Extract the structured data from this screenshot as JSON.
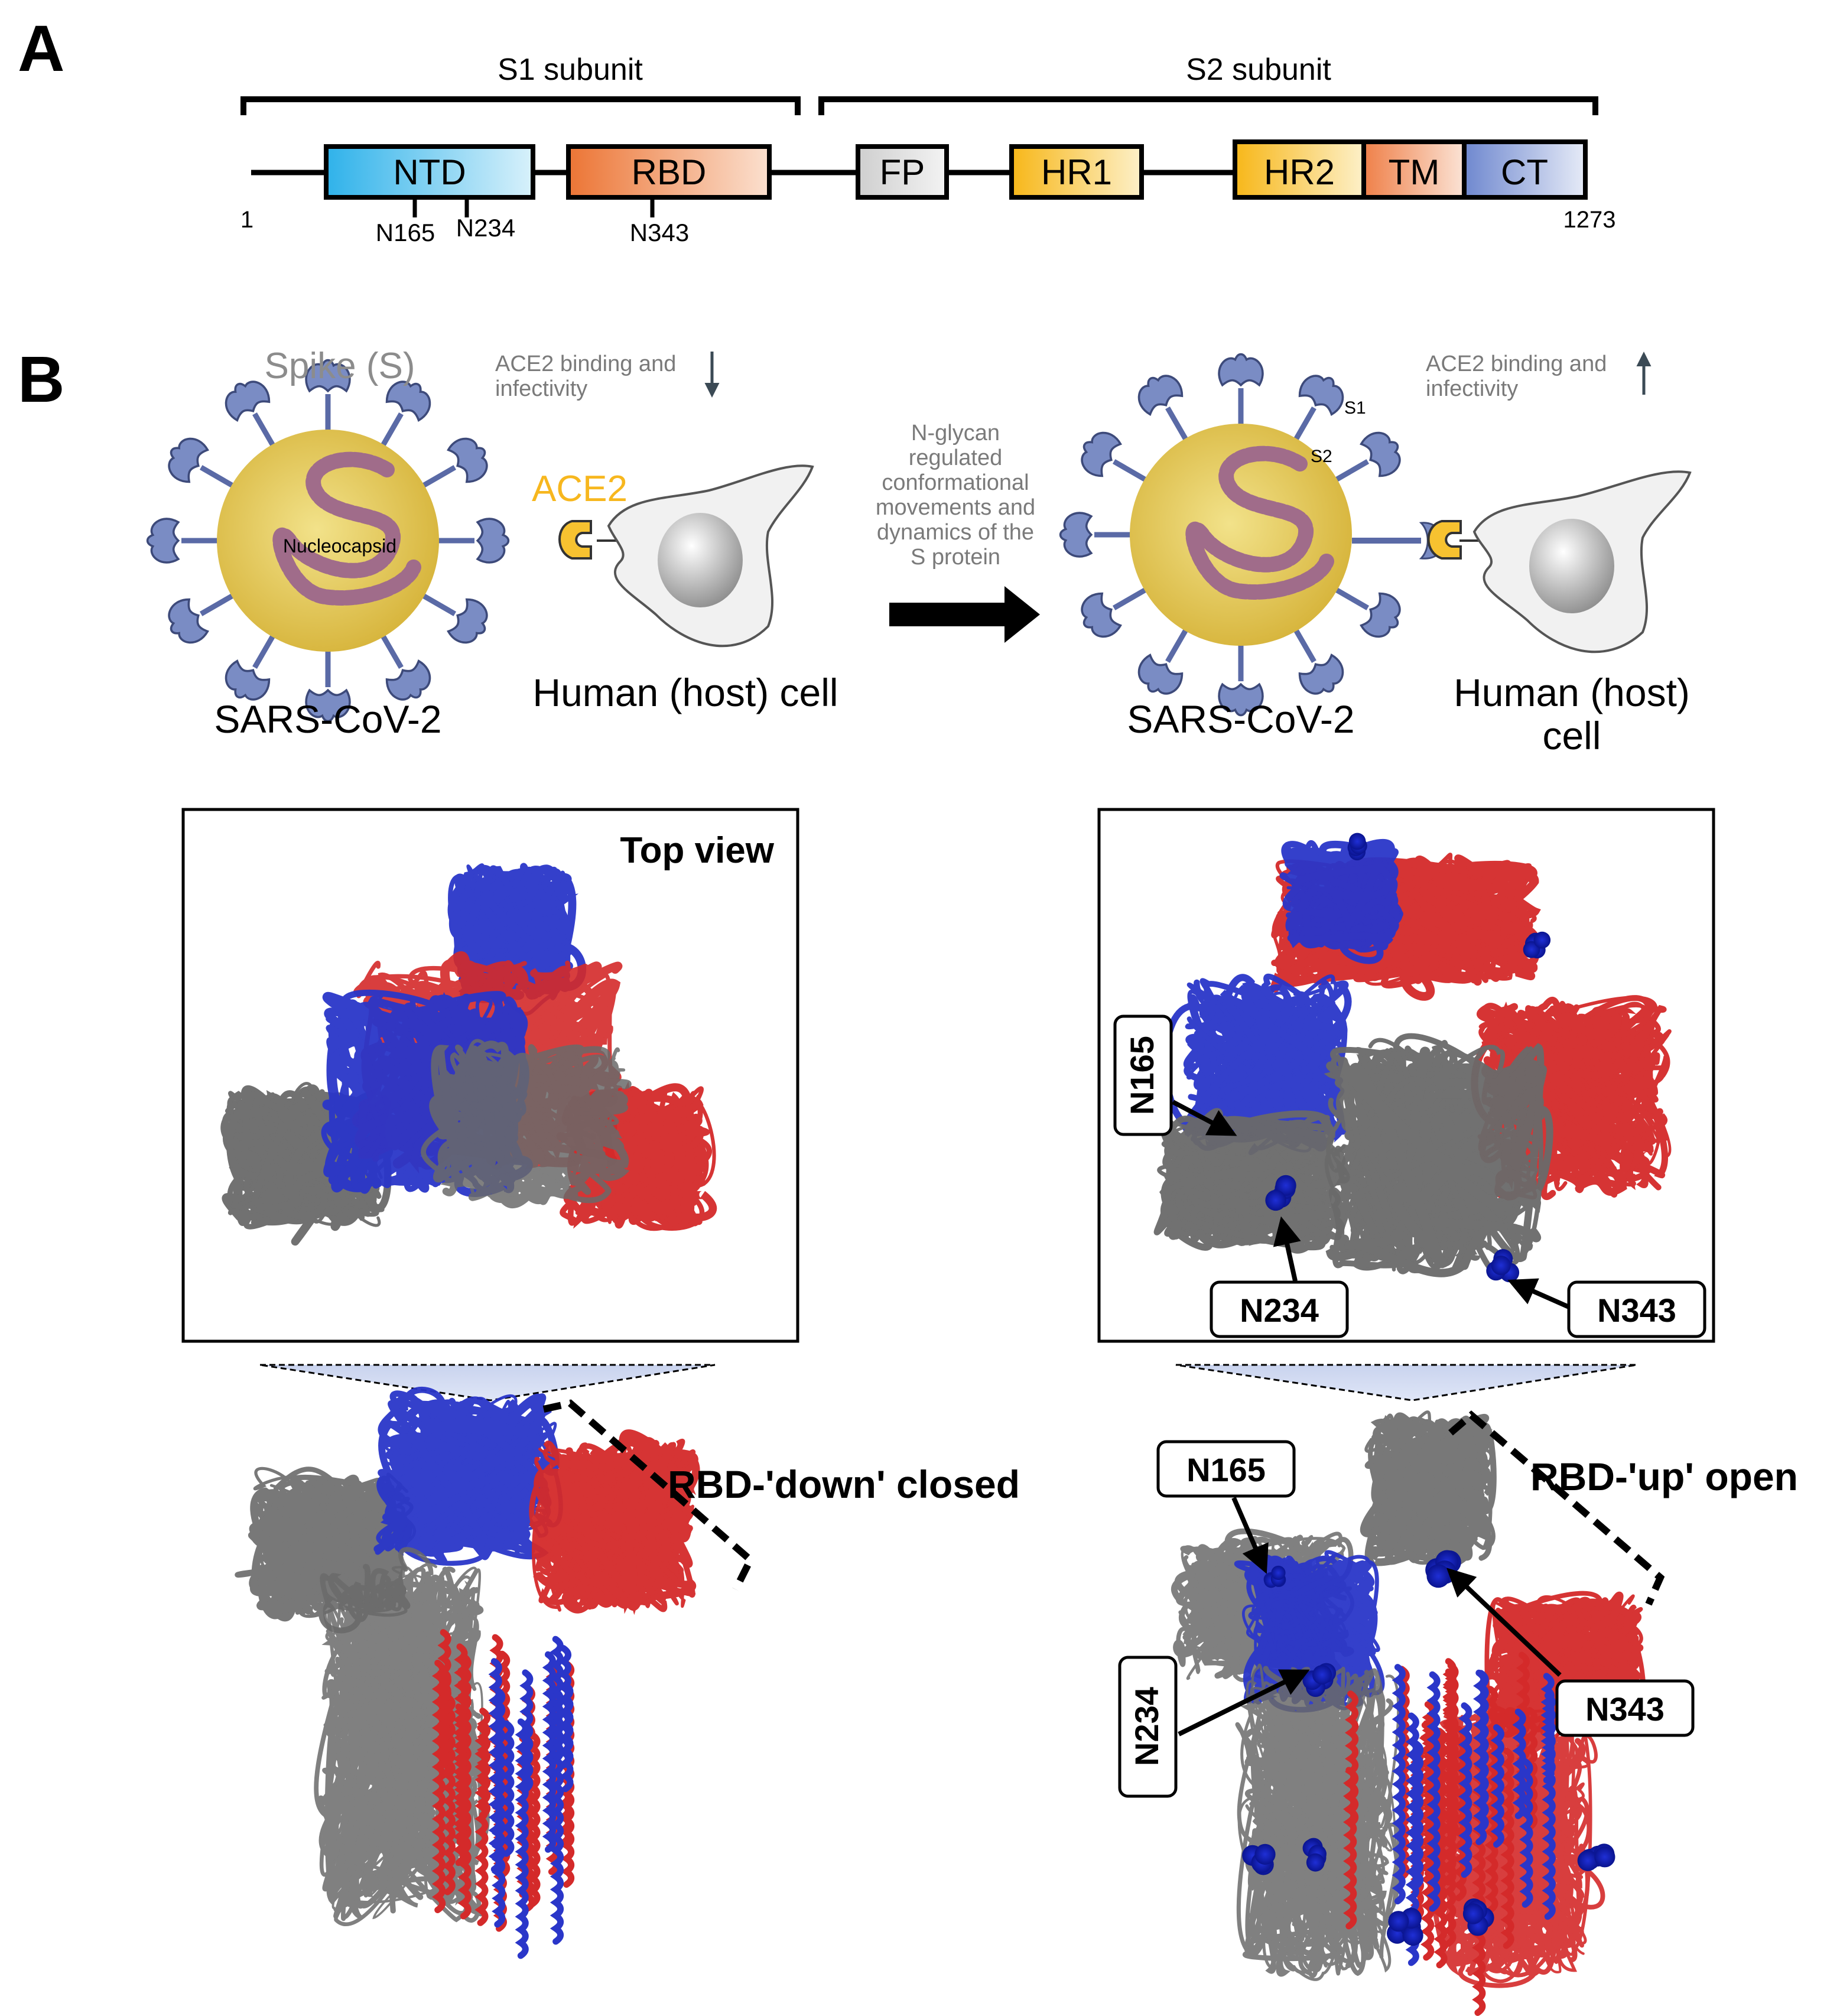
{
  "panel_a": {
    "letter": "A",
    "s1_label": "S1 subunit",
    "s2_label": "S2 subunit",
    "start_residue": "1",
    "end_residue": "1273",
    "domains": [
      {
        "label": "NTD",
        "color": "#36b8ea"
      },
      {
        "label": "RBD",
        "color": "#ee7c3e"
      },
      {
        "label": "FP",
        "color": "#d9d9d9"
      },
      {
        "label": "HR1",
        "color": "#f8c12c"
      },
      {
        "label": "HR2",
        "color": "#f8c12c"
      },
      {
        "label": "TM",
        "color": "#ee8a56"
      },
      {
        "label": "CT",
        "color": "#7b93d3"
      }
    ],
    "glycan_sites": [
      "N165",
      "N234",
      "N343"
    ]
  },
  "panel_b": {
    "letter": "B",
    "spike_label": "Spike (S)",
    "nucleocapsid_label": "Nucleocapsid",
    "ace2_label": "ACE2",
    "virus_label_left": "SARS-CoV-2",
    "cell_label_left": "Human (host) cell",
    "binding_text_left": [
      "ACE2 binding and",
      "infectivity"
    ],
    "transition_text": [
      "N-glycan",
      "regulated",
      "conformational",
      "movements and",
      "dynamics of the",
      "S protein"
    ],
    "s1_small": "S1",
    "s2_small": "S2",
    "binding_text_right": [
      "ACE2 binding and",
      "infectivity"
    ],
    "virus_label_right": "SARS-CoV-2",
    "cell_label_right": [
      "Human (host)",
      "cell"
    ],
    "top_view_label": "Top view",
    "closed_label": "RBD-'down' closed",
    "open_label": "RBD-'up' open",
    "callouts": {
      "top_n165": "N165",
      "top_n234": "N234",
      "top_n343": "N343",
      "side_n165": "N165",
      "side_n234": "N234",
      "side_n343": "N343"
    },
    "colors": {
      "virus": "#e0c04a",
      "spike": "#7a8cc4",
      "ace2": "#f7c230",
      "chain_blue": "#2a36c9",
      "chain_red": "#d42a2a",
      "chain_grey": "#6a6a6a"
    }
  }
}
